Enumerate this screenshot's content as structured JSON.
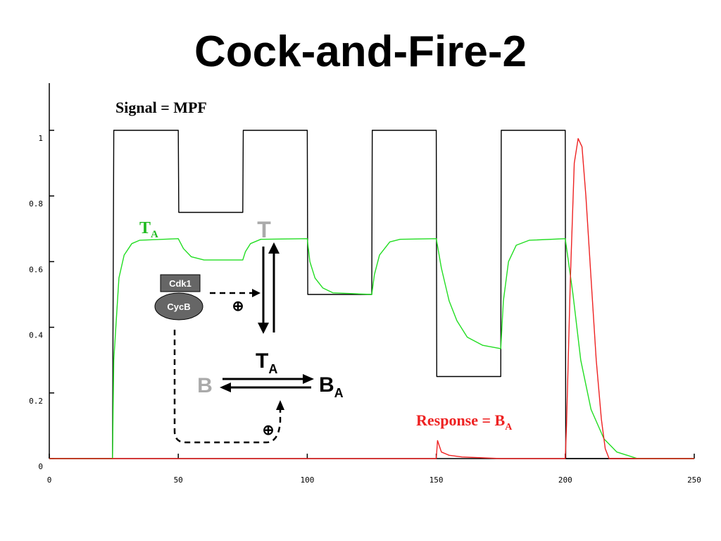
{
  "slide": {
    "title": "Cock-and-Fire-2"
  },
  "chart_data": {
    "type": "line",
    "title": "",
    "xlabel": "",
    "ylabel": "",
    "xlim": [
      0,
      250
    ],
    "ylim": [
      0,
      1
    ],
    "x_ticks": [
      0,
      50,
      100,
      150,
      200,
      250
    ],
    "y_ticks": [
      0,
      0.2,
      0.4,
      0.6,
      0.8,
      1
    ],
    "grid": false,
    "series": [
      {
        "name": "Signal = MPF",
        "color": "#000000",
        "points": [
          [
            0,
            0
          ],
          [
            24.5,
            0
          ],
          [
            25,
            1
          ],
          [
            50,
            1
          ],
          [
            50.2,
            0.75
          ],
          [
            75,
            0.75
          ],
          [
            75.2,
            1
          ],
          [
            100,
            1
          ],
          [
            100.2,
            0.5
          ],
          [
            125,
            0.5
          ],
          [
            125.2,
            1
          ],
          [
            150,
            1
          ],
          [
            150.2,
            0.25
          ],
          [
            175,
            0.25
          ],
          [
            175.2,
            1
          ],
          [
            200,
            1
          ],
          [
            200.2,
            0
          ],
          [
            250,
            0
          ]
        ]
      },
      {
        "name": "T_A",
        "color": "#22dd22",
        "points": [
          [
            0,
            0
          ],
          [
            24.5,
            0
          ],
          [
            25,
            0.3
          ],
          [
            27,
            0.55
          ],
          [
            29,
            0.62
          ],
          [
            32,
            0.655
          ],
          [
            35,
            0.665
          ],
          [
            50,
            0.67
          ],
          [
            52,
            0.64
          ],
          [
            55,
            0.615
          ],
          [
            60,
            0.605
          ],
          [
            75,
            0.605
          ],
          [
            76,
            0.63
          ],
          [
            78,
            0.655
          ],
          [
            82,
            0.668
          ],
          [
            100,
            0.67
          ],
          [
            101,
            0.6
          ],
          [
            103,
            0.55
          ],
          [
            106,
            0.52
          ],
          [
            110,
            0.505
          ],
          [
            125,
            0.5
          ],
          [
            126,
            0.56
          ],
          [
            128,
            0.62
          ],
          [
            132,
            0.66
          ],
          [
            136,
            0.668
          ],
          [
            150,
            0.67
          ],
          [
            152,
            0.58
          ],
          [
            155,
            0.48
          ],
          [
            158,
            0.42
          ],
          [
            162,
            0.37
          ],
          [
            168,
            0.345
          ],
          [
            175,
            0.335
          ],
          [
            176,
            0.48
          ],
          [
            178,
            0.6
          ],
          [
            181,
            0.65
          ],
          [
            186,
            0.665
          ],
          [
            200,
            0.67
          ],
          [
            203,
            0.5
          ],
          [
            206,
            0.3
          ],
          [
            210,
            0.15
          ],
          [
            215,
            0.06
          ],
          [
            220,
            0.02
          ],
          [
            228,
            0
          ],
          [
            250,
            0
          ]
        ]
      },
      {
        "name": "Response = B_A",
        "color": "#ee2222",
        "points": [
          [
            0,
            0
          ],
          [
            150,
            0
          ],
          [
            150.5,
            0.055
          ],
          [
            152,
            0.02
          ],
          [
            155,
            0.01
          ],
          [
            160,
            0.005
          ],
          [
            175,
            0
          ],
          [
            200,
            0
          ],
          [
            200.5,
            0.1
          ],
          [
            202,
            0.55
          ],
          [
            203.5,
            0.9
          ],
          [
            205,
            0.975
          ],
          [
            206.5,
            0.95
          ],
          [
            208,
            0.8
          ],
          [
            210,
            0.55
          ],
          [
            212,
            0.3
          ],
          [
            214,
            0.12
          ],
          [
            215.5,
            0.03
          ],
          [
            217,
            0
          ],
          [
            250,
            0
          ]
        ]
      }
    ],
    "annotations": {
      "signal_label": "Signal = MPF",
      "ta_label": {
        "main": "T",
        "sub": "A"
      },
      "response_label": {
        "main": "Response = B",
        "sub": "A"
      }
    }
  },
  "diagram": {
    "cdk1": "Cdk1",
    "cycb": "CycB",
    "t_label": "T",
    "ta_label": {
      "main": "T",
      "sub": "A"
    },
    "b_label": "B",
    "ba_label": {
      "main": "B",
      "sub": "A"
    },
    "plus1": "⊕",
    "plus2": "⊕",
    "colors": {
      "inactive_gray": "#aaaaaa",
      "box_gray": "#666666"
    }
  }
}
